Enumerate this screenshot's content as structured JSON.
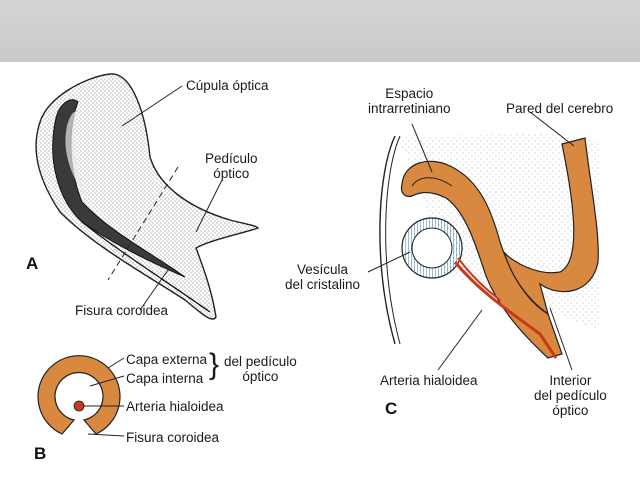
{
  "panels": {
    "a": "A",
    "b": "B",
    "c": "C"
  },
  "labels": {
    "cupula_optica": "Cúpula óptica",
    "pediculo_optico_1": "Pedículo",
    "pediculo_optico_2": "óptico",
    "fisura_coroidea_a": "Fisura coroidea",
    "capa_externa": "Capa externa",
    "capa_interna": "Capa interna",
    "del_pediculo_1": "del pedículo",
    "del_pediculo_2": "óptico",
    "arteria_hialoidea_b": "Arteria hialoidea",
    "fisura_coroidea_b": "Fisura coroidea",
    "espacio_1": "Espacio",
    "espacio_2": "intrarretiniano",
    "pared_cerebro": "Pared del cerebro",
    "vesicula_1": "Vesícula",
    "vesicula_2": "del cristalino",
    "arteria_hialoidea_c": "Arteria hialoidea",
    "interior_1": "Interior",
    "interior_2": "del pedículo",
    "interior_3": "óptico"
  },
  "colors": {
    "tissue": "#d9893f",
    "artery": "#c83a1a",
    "lens": "#5fb2d6",
    "stipple": "#9aa3b4"
  }
}
